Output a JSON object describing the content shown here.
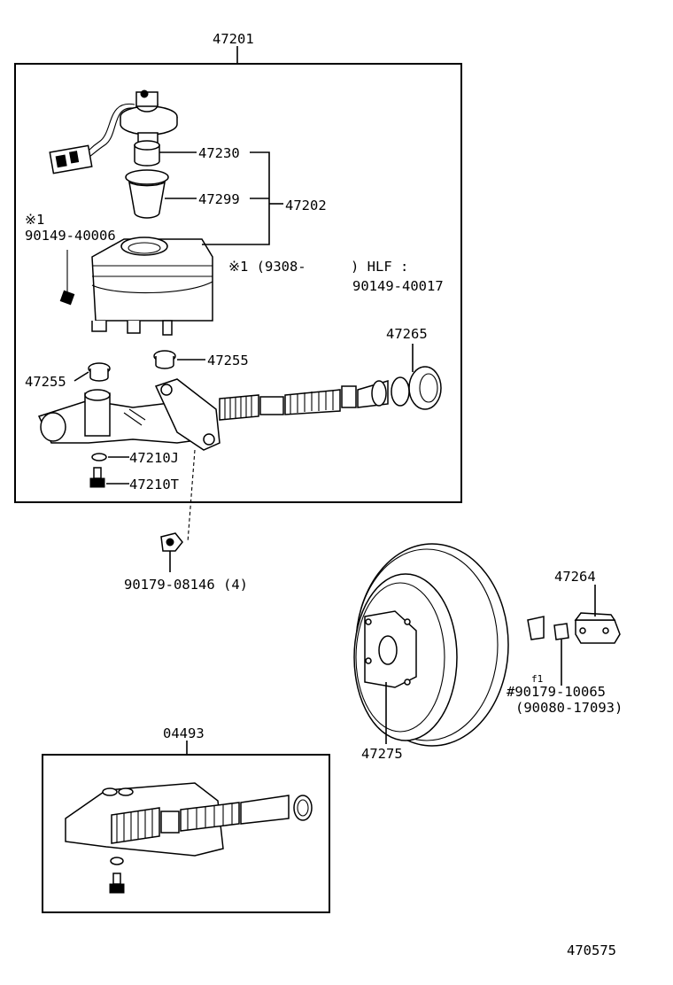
{
  "labels": {
    "assy_47201": "47201",
    "p47230": "47230",
    "p47299": "47299",
    "p47202": "47202",
    "note1_mark": "※1",
    "p90149_40006": "90149-40006",
    "note1_range": "※1 (9308-",
    "note1_hlf": ") HLF :",
    "p90149_40017": "90149-40017",
    "p47265": "47265",
    "p47255_right": "47255",
    "p47255_left": "47255",
    "p47210J": "47210J",
    "p47210T": "47210T",
    "p90179_08146": "90179-08146 (4)",
    "p47264": "47264",
    "f1_mark": "f1",
    "p90179_10065": "#90179-10065",
    "p90080_17093": "(90080-17093)",
    "p47275": "47275",
    "kit_04493": "04493",
    "figure_no": "470575"
  }
}
